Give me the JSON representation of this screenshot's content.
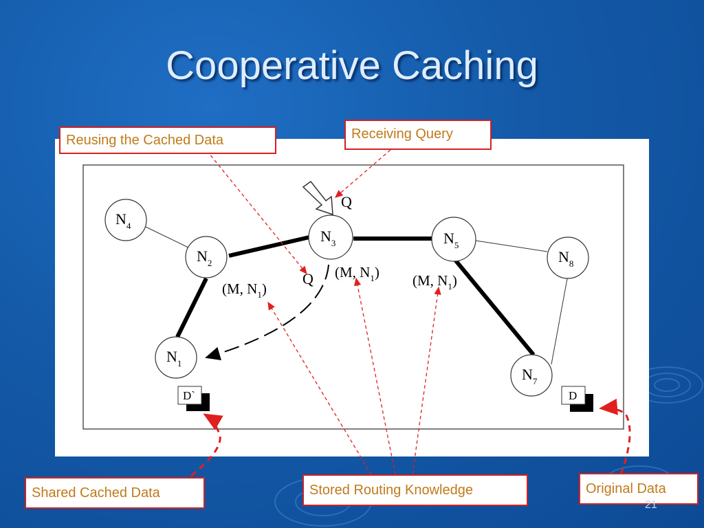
{
  "slide": {
    "title": "Cooperative Caching",
    "number": "21"
  },
  "callouts": {
    "reusing": "Reusing the Cached Data",
    "receiving": "Receiving Query",
    "shared": "Shared Cached Data",
    "routing": "Stored Routing Knowledge",
    "original": "Original Data"
  },
  "nodes": {
    "n1": "N",
    "n1_sub": "1",
    "n2": "N",
    "n2_sub": "2",
    "n3": "N",
    "n3_sub": "3",
    "n4": "N",
    "n4_sub": "4",
    "n5": "N",
    "n5_sub": "5",
    "n7": "N",
    "n7_sub": "7",
    "n8": "N",
    "n8_sub": "8"
  },
  "diagram_labels": {
    "query_top": "Q",
    "query_mid": "Q",
    "route_a": "(M, N",
    "route_a_sub": "1",
    "route_a_close": ")",
    "route_b": "(M, N",
    "route_b_sub": "1",
    "route_b_close": ")",
    "route_c": "(M, N",
    "route_c_sub": "1",
    "route_c_close": ")",
    "cached_doc": "D`",
    "original_doc": "D"
  },
  "colors": {
    "background": "#145aa8",
    "callout_border": "#d42020",
    "callout_text": "#c07a1a",
    "arrow_red": "#e02020"
  }
}
